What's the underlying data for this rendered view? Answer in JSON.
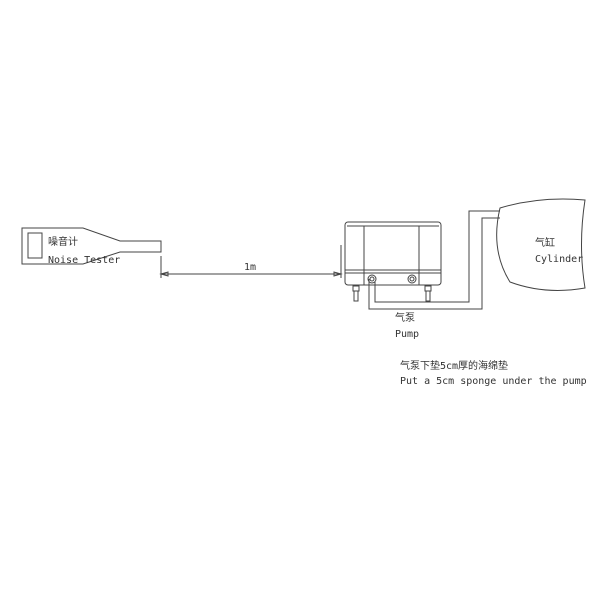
{
  "noise_tester": {
    "label_cn": "噪音计",
    "label_en": "Noise Tester"
  },
  "distance": {
    "label": "1m"
  },
  "cylinder": {
    "label_cn": "气缸",
    "label_en": "Cylinder"
  },
  "pump": {
    "label_cn": "气泵",
    "label_en": "Pump"
  },
  "note": {
    "cn": "气泵下垫5cm厚的海绵垫",
    "en": "Put a 5cm sponge under the pump"
  },
  "colors": {
    "line": "#444444",
    "background": "#ffffff"
  }
}
